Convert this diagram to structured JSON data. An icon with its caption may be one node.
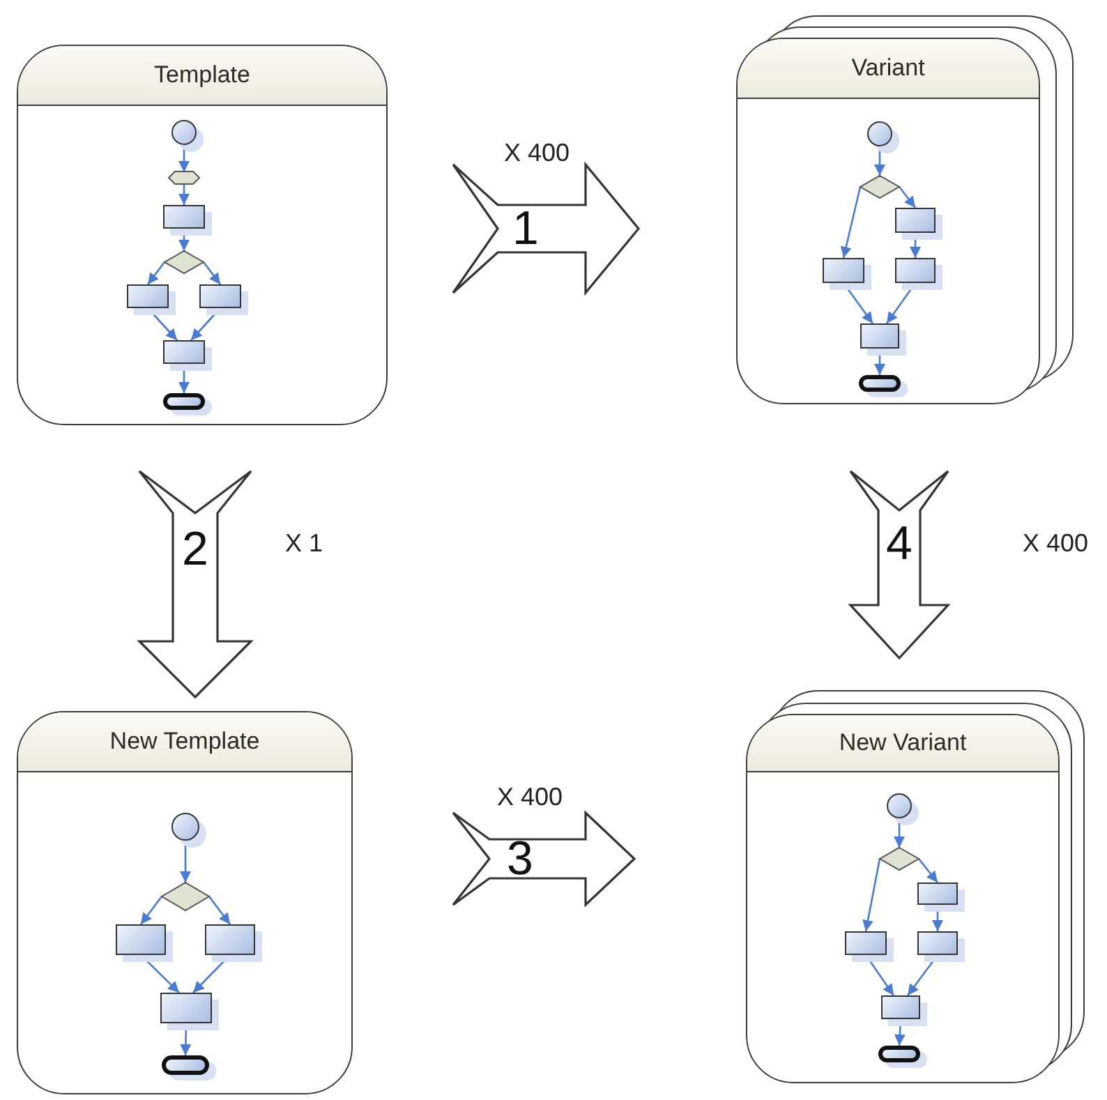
{
  "diagram": {
    "nodes": [
      {
        "text": [
          "Template"
        ]
      },
      {
        "text": [],
        "shape": "circle",
        "in": 0
      },
      {
        "text": [],
        "shape": "hexagon",
        "in": 0
      },
      {
        "text": [],
        "shape": "box",
        "in": 0
      },
      {
        "text": [],
        "shape": "diamond",
        "in": 0
      },
      {
        "text": [],
        "shape": "box",
        "in": 0
      },
      {
        "text": [],
        "shape": "box",
        "in": 0
      },
      {
        "text": [],
        "shape": "box",
        "in": 0
      },
      {
        "text": [],
        "shape": "pill",
        "in": 0
      },
      {
        "text": [
          "Variant"
        ]
      },
      {
        "text": [],
        "shape": "circle",
        "in": 9
      },
      {
        "text": [],
        "shape": "diamond",
        "in": 9
      },
      {
        "text": [],
        "shape": "box",
        "in": 9
      },
      {
        "text": [],
        "shape": "box",
        "in": 9
      },
      {
        "text": [],
        "shape": "box",
        "in": 9
      },
      {
        "text": [],
        "shape": "box",
        "in": 9
      },
      {
        "text": [],
        "shape": "pill",
        "in": 9
      },
      {
        "text": [
          "New Template"
        ]
      },
      {
        "text": [],
        "shape": "circle",
        "in": 17
      },
      {
        "text": [],
        "shape": "diamond",
        "in": 17
      },
      {
        "text": [],
        "shape": "box",
        "in": 17
      },
      {
        "text": [],
        "shape": "box",
        "in": 17
      },
      {
        "text": [],
        "shape": "box",
        "in": 17
      },
      {
        "text": [],
        "shape": "pill",
        "in": 17
      },
      {
        "text": [
          "New Variant"
        ]
      },
      {
        "text": [],
        "shape": "circle",
        "in": 24
      },
      {
        "text": [],
        "shape": "diamond",
        "in": 24
      },
      {
        "text": [],
        "shape": "box",
        "in": 24
      },
      {
        "text": [],
        "shape": "box",
        "in": 24
      },
      {
        "text": [],
        "shape": "box",
        "in": 24
      },
      {
        "text": [],
        "shape": "box",
        "in": 24
      },
      {
        "text": [],
        "shape": "pill",
        "in": 24
      }
    ],
    "edges": [
      {
        "from": 0,
        "to": 9,
        "arrow": "to",
        "label": "1",
        "style": "thick",
        "color": "#333333"
      },
      {
        "from": 0,
        "to": 17,
        "arrow": "to",
        "label": "2",
        "style": "thick",
        "color": "#333333"
      },
      {
        "from": 17,
        "to": 24,
        "arrow": "to",
        "label": "3",
        "style": "thick",
        "color": "#333333"
      },
      {
        "from": 9,
        "to": 24,
        "arrow": "to",
        "label": "4",
        "style": "thick",
        "color": "#333333"
      },
      {
        "from": 1,
        "to": 2,
        "arrow": "to"
      },
      {
        "from": 2,
        "to": 3,
        "arrow": "to"
      },
      {
        "from": 3,
        "to": 4,
        "arrow": "to"
      },
      {
        "from": 4,
        "to": 5,
        "arrow": "to"
      },
      {
        "from": 4,
        "to": 6,
        "arrow": "to"
      },
      {
        "from": 5,
        "to": 7,
        "arrow": "to"
      },
      {
        "from": 6,
        "to": 7,
        "arrow": "to"
      },
      {
        "from": 7,
        "to": 8,
        "arrow": "to"
      },
      {
        "from": 10,
        "to": 11,
        "arrow": "to"
      },
      {
        "from": 11,
        "to": 13,
        "arrow": "to"
      },
      {
        "from": 11,
        "to": 12,
        "arrow": "to"
      },
      {
        "from": 12,
        "to": 14,
        "arrow": "to"
      },
      {
        "from": 13,
        "to": 15,
        "arrow": "to"
      },
      {
        "from": 14,
        "to": 15,
        "arrow": "to"
      },
      {
        "from": 15,
        "to": 16,
        "arrow": "to"
      },
      {
        "from": 18,
        "to": 19,
        "arrow": "to"
      },
      {
        "from": 19,
        "to": 20,
        "arrow": "to"
      },
      {
        "from": 19,
        "to": 21,
        "arrow": "to"
      },
      {
        "from": 20,
        "to": 22,
        "arrow": "to"
      },
      {
        "from": 21,
        "to": 22,
        "arrow": "to"
      },
      {
        "from": 22,
        "to": 23,
        "arrow": "to"
      },
      {
        "from": 25,
        "to": 26,
        "arrow": "to"
      },
      {
        "from": 26,
        "to": 28,
        "arrow": "to"
      },
      {
        "from": 26,
        "to": 27,
        "arrow": "to"
      },
      {
        "from": 27,
        "to": 29,
        "arrow": "to"
      },
      {
        "from": 28,
        "to": 30,
        "arrow": "to"
      },
      {
        "from": 29,
        "to": 30,
        "arrow": "to"
      },
      {
        "from": 30,
        "to": 31,
        "arrow": "to"
      }
    ],
    "labels": [
      "X 400",
      "X 1",
      "X 400",
      "X 400"
    ]
  }
}
